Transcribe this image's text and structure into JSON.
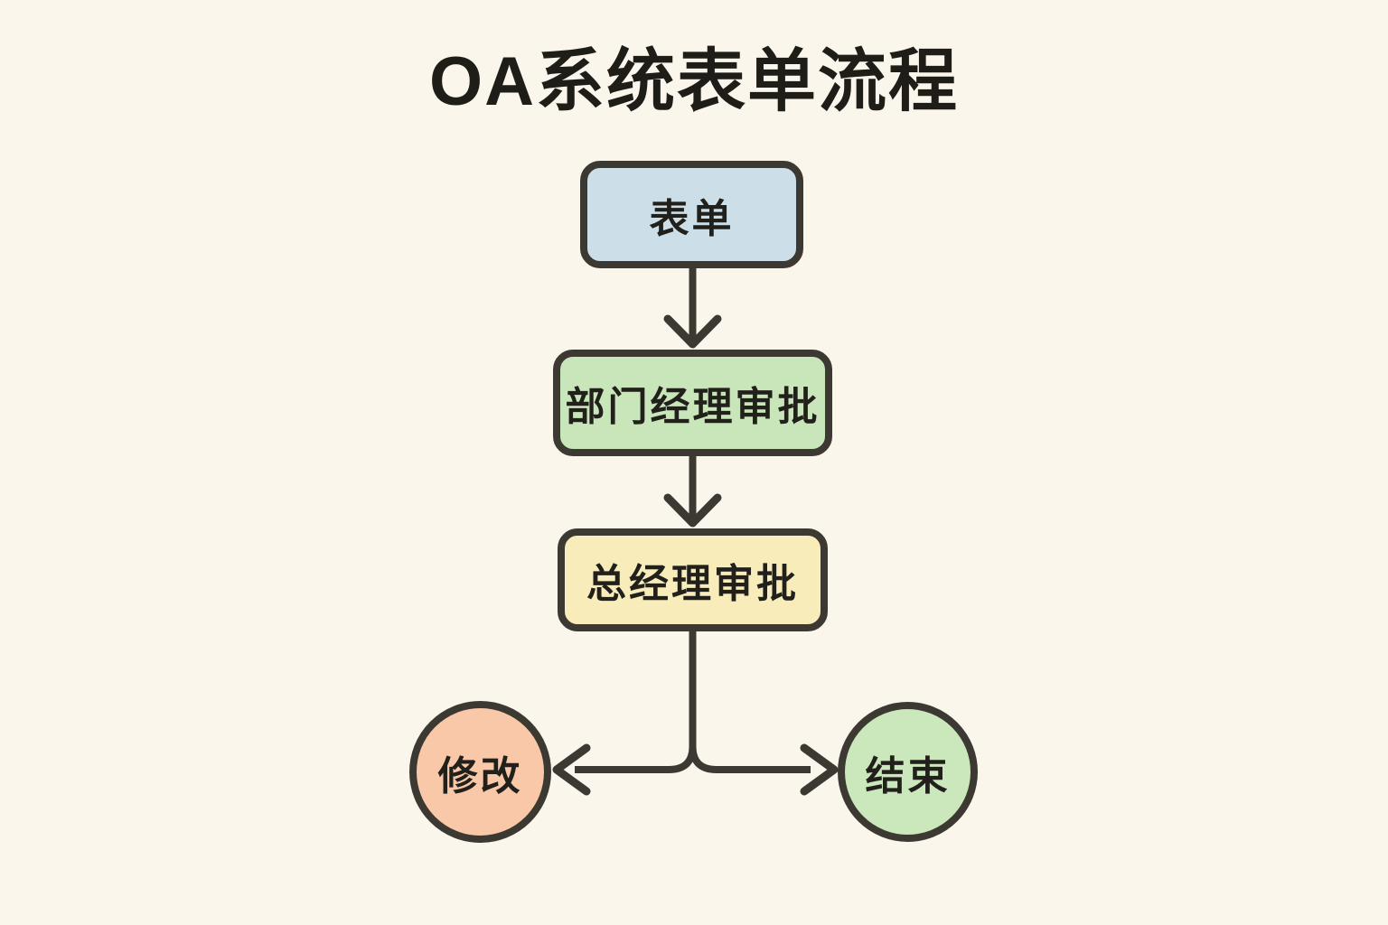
{
  "title": "OA系统表单流程",
  "colors": {
    "background": "#fbf6ec",
    "stroke": "#3c3933",
    "text": "#22201b",
    "form_fill": "#ccdfe8",
    "dept_fill": "#c8e6ba",
    "gm_fill": "#f8ecbb",
    "modify_fill": "#f9c8a9",
    "end_fill": "#cbe7bc"
  },
  "nodes": [
    {
      "id": "form",
      "label": "表单",
      "shape": "rect",
      "fill": "#ccdfe8"
    },
    {
      "id": "dept-manager-approval",
      "label": "部门经理审批",
      "shape": "rect",
      "fill": "#c8e6ba"
    },
    {
      "id": "general-manager-approval",
      "label": "总经理审批",
      "shape": "rect",
      "fill": "#f8ecbb"
    },
    {
      "id": "modify",
      "label": "修改",
      "shape": "circle",
      "fill": "#f9c8a9"
    },
    {
      "id": "end",
      "label": "结束",
      "shape": "circle",
      "fill": "#cbe7bc"
    }
  ],
  "edges": [
    {
      "from": "form",
      "to": "dept-manager-approval"
    },
    {
      "from": "dept-manager-approval",
      "to": "general-manager-approval"
    },
    {
      "from": "general-manager-approval",
      "to": "modify"
    },
    {
      "from": "general-manager-approval",
      "to": "end"
    }
  ]
}
